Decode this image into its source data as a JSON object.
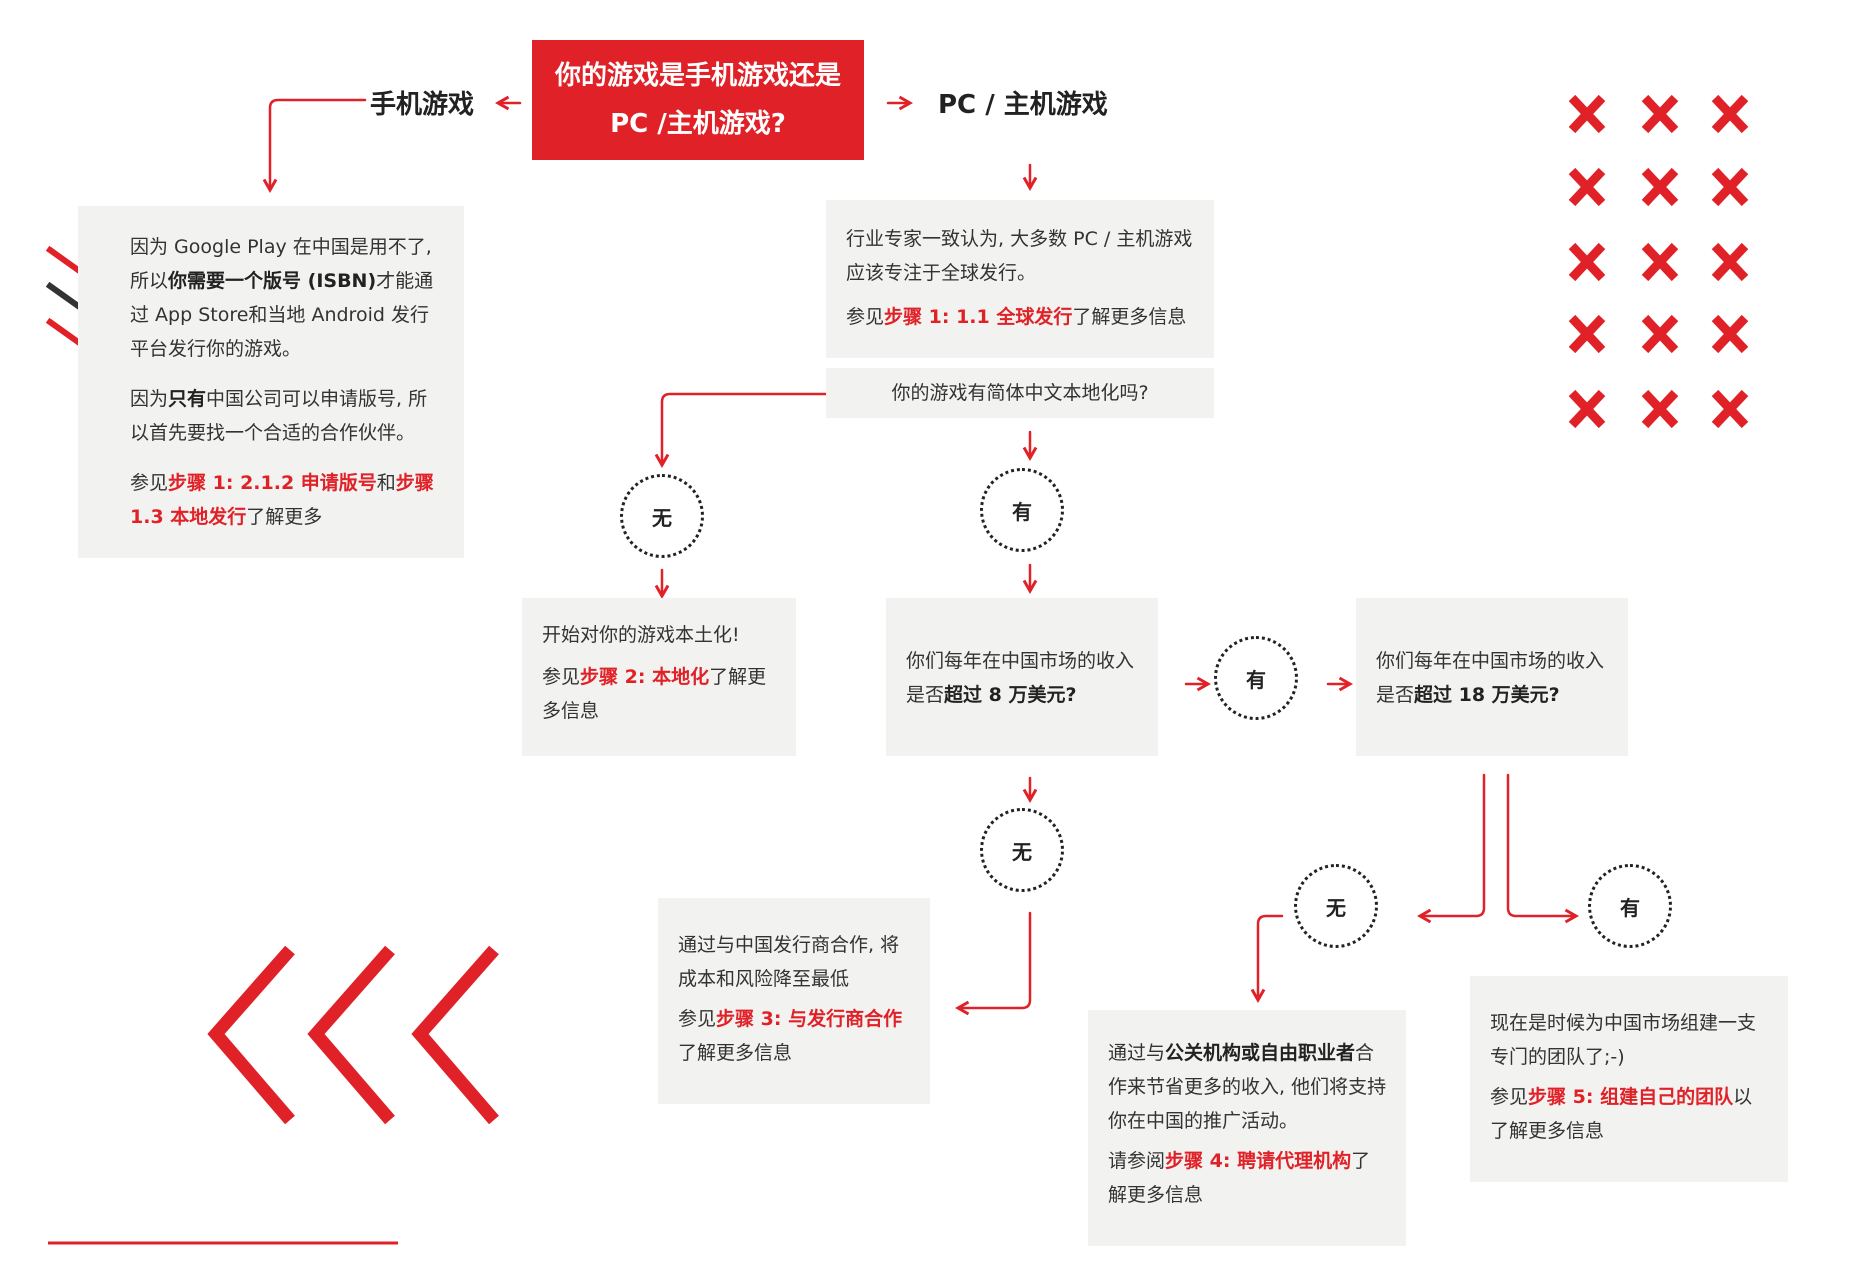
{
  "start": {
    "line1": "你的游戏是手机游戏还是",
    "line2": "PC /主机游戏?"
  },
  "branches": {
    "mobile": "手机游戏",
    "pc": "PC / 主机游戏"
  },
  "mobile_box": {
    "p1": {
      "a": "因为 Google Play 在中国是用不了, 所以",
      "b": "你需要一个版号 (ISBN)",
      "c": "才能通过 App Store和当地 Android 发行平台发行你的游戏。"
    },
    "p2": {
      "a": "因为",
      "b": "只有",
      "c": "中国公司可以申请版号, 所以首先要找一个合适的合作伙伴。"
    },
    "p3": {
      "a": "参见",
      "b": "步骤 1: 2.1.2 申请版号",
      "c": "和",
      "d": "步骤 1.3 本地发行",
      "e": "了解更多"
    }
  },
  "pc_box": {
    "p1": "行业专家一致认为, 大多数 PC / 主机游戏应该专注于全球发行。",
    "p2": {
      "a": "参见",
      "b": "步骤 1: 1.1 全球发行",
      "c": "了解更多信息"
    }
  },
  "question_localization": "你的游戏有简体中文本地化吗?",
  "circles": {
    "no": "无",
    "yes": "有"
  },
  "localize_box": {
    "p1": "开始对你的游戏本土化!",
    "p2": {
      "a": "参见",
      "b": "步骤 2: 本地化",
      "c": "了解更多信息"
    }
  },
  "revenue8_box": {
    "a": "你们每年在中国市场的收入是否",
    "b": "超过 8 万美元?"
  },
  "revenue18_box": {
    "a": "你们每年在中国市场的收入是否",
    "b": "超过 18 万美元?"
  },
  "publisher_box": {
    "p1": "通过与中国发行商合作, 将成本和风险降至最低",
    "p2": {
      "a": "参见",
      "b": "步骤 3: 与发行商合作",
      "c": "了解更多信息"
    }
  },
  "agency_box": {
    "p1": {
      "a": "通过与",
      "b": "公关机构或自由职业者",
      "c": "合作来节省更多的收入, 他们将支持你在中国的推广活动。"
    },
    "p2": {
      "a": "请参阅",
      "b": "步骤 4: 聘请代理机构",
      "c": "了解更多信息"
    }
  },
  "team_box": {
    "p1": "现在是时候为中国市场组建一支专门的团队了;-)",
    "p2": {
      "a": "参见",
      "b": "步骤 5: 组建自己的团队",
      "c": "以了解更多信息"
    }
  },
  "colors": {
    "accent": "#e02228",
    "box_bg": "#f2f2f0",
    "text": "#222222",
    "dark_chevron": "#333333"
  },
  "icons": [
    "chevron-down-red-icon",
    "chevron-down-dark-icon",
    "x-mark-icon",
    "chevron-left-icon",
    "arrow-icon"
  ]
}
